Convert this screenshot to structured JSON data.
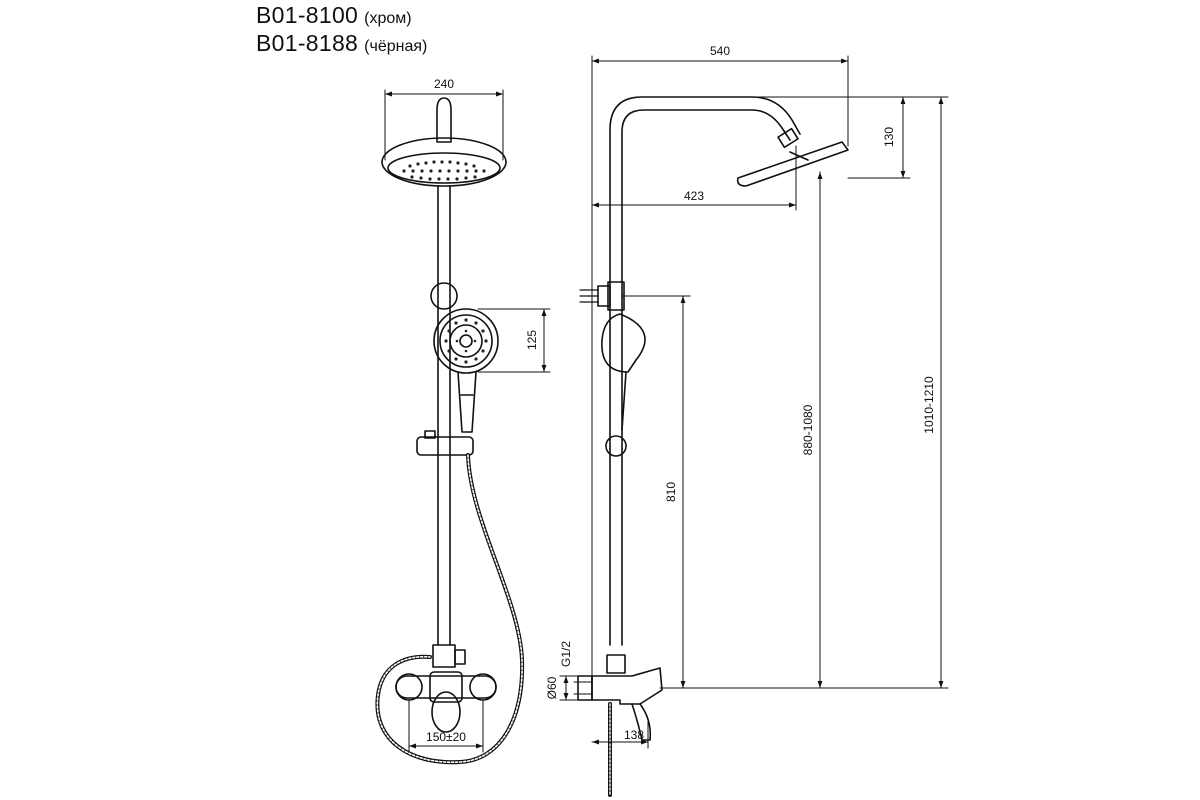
{
  "models": [
    {
      "code": "B01-8100",
      "finish": "(хром)"
    },
    {
      "code": "B01-8188",
      "finish": "(чёрная)"
    }
  ],
  "dimensions": {
    "head_width": "240",
    "hand_shower_height": "125",
    "mixer_spacing": "150±20",
    "total_reach": "540",
    "arm_reach": "423",
    "head_height": "130",
    "holder_height": "810",
    "head_height_range": "880-1080",
    "total_height_range": "1010-1210",
    "inlet_thread": "G1/2",
    "flange_diameter": "Ø60",
    "mixer_projection": "138"
  }
}
